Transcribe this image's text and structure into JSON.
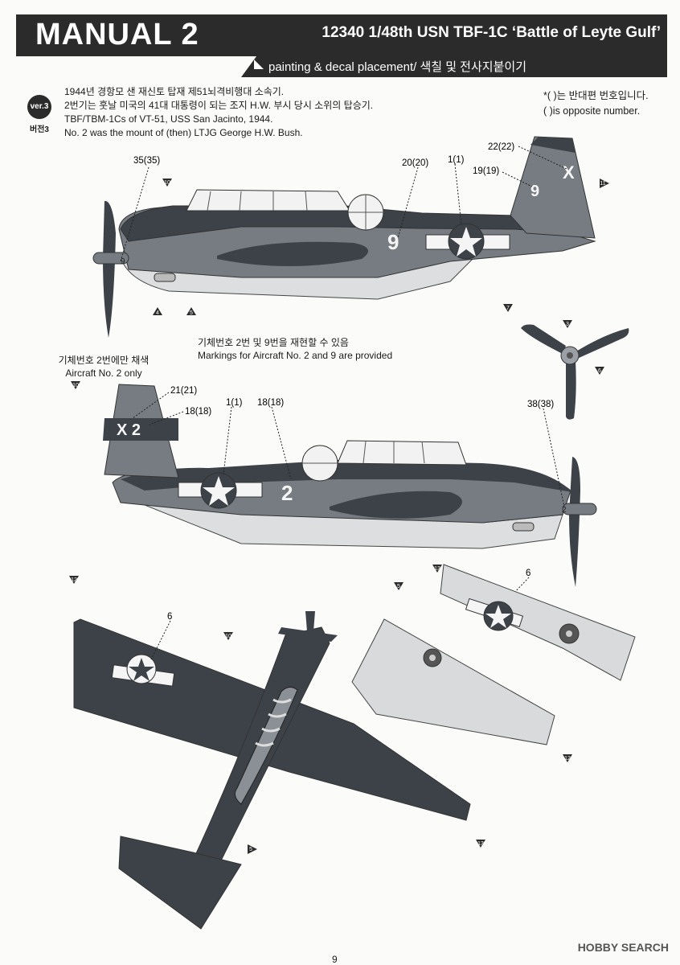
{
  "header": {
    "manual_title": "MANUAL 2",
    "kit_title": "12340 1/48th USN TBF-1C ‘Battle of Leyte Gulf’",
    "subtitle": "painting & decal placement/ 색칠 및 전사지붙이기"
  },
  "version": {
    "badge": "ver.3",
    "badge_ko": "버전3",
    "lines": [
      "1944년 경항모  샌 재신토 탑재 제51뇌격비행대 소속기.",
      "2번기는 훗날 미국의 41대 대통령이 되는 조지 H.W. 부시 당시 소위의 탑승기.",
      "TBF/TBM-1Cs of VT-51, USS San Jacinto, 1944.",
      "No. 2 was the mount of (then) LTJG George H.W. Bush."
    ]
  },
  "opposite_note": {
    "ko": "*(   )는 반대편 번호입니다.",
    "en": "(   )is opposite number."
  },
  "markings_note": {
    "ko": "기체번호 2번 및 9번을 재현할 수 있음",
    "en": "Markings for Aircraft No. 2 and 9 are provided"
  },
  "aircraft_only": {
    "ko": "기체번호 2번에만 채색",
    "en": "Aircraft No. 2 only"
  },
  "callouts_top": [
    "35(35)",
    "20(20)",
    "1(1)",
    "22(22)",
    "19(19)"
  ],
  "callouts_mid": [
    "21(21)",
    "18(18)",
    "1(1)",
    "18(18)",
    "38(38)"
  ],
  "callouts_bottom": [
    "6",
    "6"
  ],
  "aircraft_codes": {
    "top_tail": "X",
    "top_tail_num": "9",
    "top_fuselage": "9",
    "mid_tail": "X 2",
    "mid_fuselage": "2",
    "mid_nose": "2",
    "top_nose": "9"
  },
  "color_markers": [
    "10",
    "4",
    "5",
    "11",
    "7",
    "3",
    "6",
    "10",
    "12",
    "10",
    "5",
    "13",
    "12",
    "13",
    "5"
  ],
  "page_number": "9",
  "watermark": "HOBBY SEARCH",
  "colors": {
    "dark_blue": "#3a3f45",
    "mid_blue": "#6e747a",
    "light_gray": "#d8dadc",
    "header": "#2b2b2b"
  }
}
